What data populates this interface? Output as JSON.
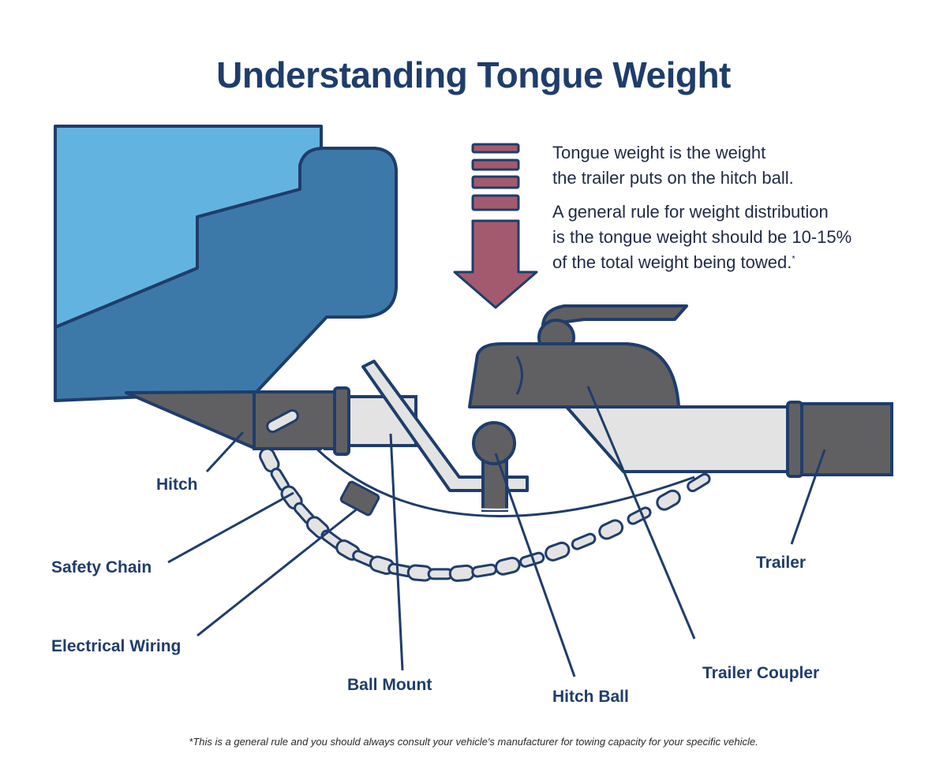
{
  "title": "Understanding Tongue Weight",
  "description": {
    "line1": "Tongue weight is the weight",
    "line2": "the trailer puts on the hitch ball.",
    "line3": "A general rule for weight distribution",
    "line4": "is the tongue weight should be 10-15%",
    "line5": "of the total weight being towed.",
    "asterisk": "*"
  },
  "labels": {
    "hitch": "Hitch",
    "safety_chain": "Safety Chain",
    "electrical_wiring": "Electrical Wiring",
    "ball_mount": "Ball Mount",
    "hitch_ball": "Hitch Ball",
    "trailer_coupler": "Trailer Coupler",
    "trailer": "Trailer"
  },
  "footnote": "*This is a general rule and you should always consult your vehicle's manufacturer for towing capacity for your specific vehicle.",
  "colors": {
    "title": "#1f3d6b",
    "vehicle_light": "#63b3e0",
    "vehicle_dark": "#3c79a8",
    "outline": "#1f3d6b",
    "metal_dark": "#606062",
    "metal_light": "#e3e3e3",
    "arrow": "#a35a6e"
  },
  "icons": [
    "down-arrow-icon",
    "chain-icon"
  ]
}
